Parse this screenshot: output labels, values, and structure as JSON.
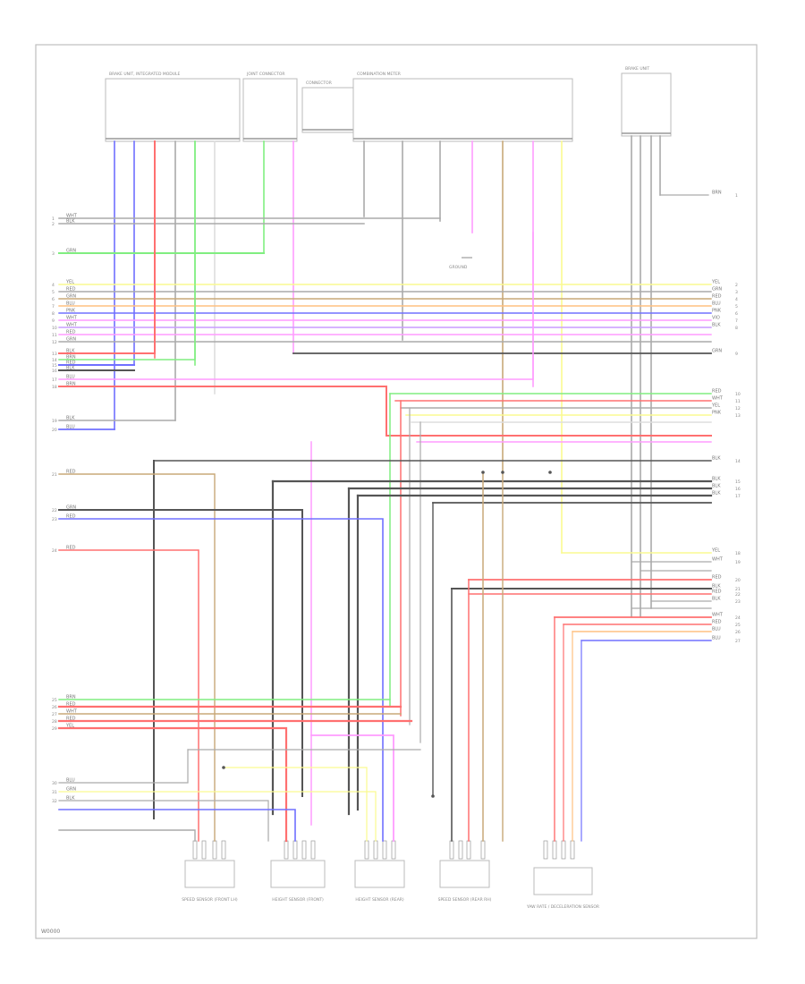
{
  "wire_colors": {
    "BLU": "#7070ff",
    "RED": "#ff7070",
    "GRN": "#80ee80",
    "YEL": "#fafa90",
    "PNK": "#ff9cff",
    "GRY": "#aaaaaa",
    "BLK": "#555555",
    "WHT": "#dddddd",
    "BRN": "#c8a878",
    "VIO": "#c89cff",
    "ORG": "#ffc080"
  },
  "top_components": [
    {
      "id": "brake_unit",
      "text": "BRAKE UNIT, INTEGRATED MODULE"
    },
    {
      "id": "joint_connector",
      "text": "JOINT CONNECTOR"
    },
    {
      "id": "mid_block",
      "text": "CONNECTOR"
    },
    {
      "id": "comb_meter",
      "text": "COMBINATION METER"
    },
    {
      "id": "brake_unit_right",
      "text": "BRAKE UNIT"
    }
  ],
  "left_wire_labels": [
    "WHT",
    "BLK",
    "GRN",
    "YEL",
    "RED",
    "GRN",
    "BLU",
    "PNK",
    "WHT",
    "WHT",
    "RED",
    "GRN",
    "BLK",
    "BRN",
    "RED",
    "BLK",
    "BLU",
    "BRN",
    "BLK",
    "BLU",
    "RED",
    "GRN",
    "RED",
    "RED",
    "BRN",
    "RED",
    "WHT",
    "RED",
    "YEL",
    "BLU",
    "GRN",
    "BLK"
  ],
  "right_wire_labels": [
    "BRN",
    "YEL",
    "GRN",
    "RED",
    "BLU",
    "PNK",
    "VIO",
    "BLK",
    "GRN",
    "RED",
    "WHT",
    "YEL",
    "PNK",
    "BLK",
    "BLK",
    "BLK",
    "BLK",
    "YEL",
    "WHT",
    "RED",
    "BLK",
    "RED",
    "BLK",
    "WHT",
    "RED",
    "BLU",
    "BLU"
  ],
  "bottom_components": [
    {
      "id": "sensor1",
      "text": "SPEED SENSOR (FRONT LH)"
    },
    {
      "id": "sensor2",
      "text": "HEIGHT SENSOR (FRONT)"
    },
    {
      "id": "sensor3",
      "text": "HEIGHT SENSOR (REAR)"
    },
    {
      "id": "sensor4",
      "text": "SPEED SENSOR (REAR RH)"
    },
    {
      "id": "sensor5",
      "text": "YAW RATE / DECELERATION SENSOR"
    }
  ],
  "ground_label": "GROUND",
  "footer_code": "W0000"
}
